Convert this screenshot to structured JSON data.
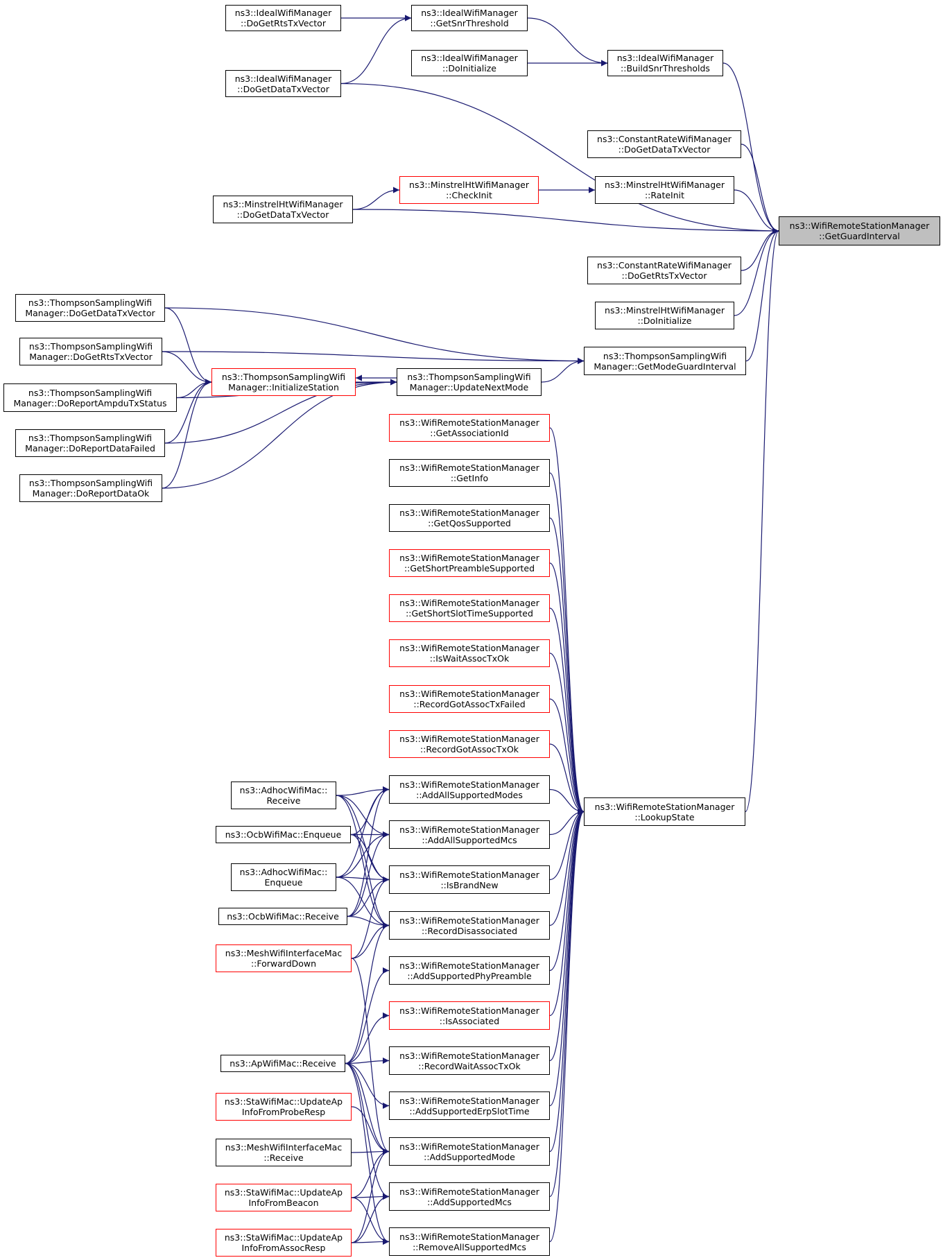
{
  "graph": {
    "edge_color": "#191970",
    "nodes": [
      {
        "id": "root",
        "lines": [
          "ns3::WifiRemoteStationManager",
          "::GetGuardInterval"
        ],
        "highlight": true
      },
      {
        "id": "idealDoGetRts",
        "lines": [
          "ns3::IdealWifiManager",
          "::DoGetRtsTxVector"
        ]
      },
      {
        "id": "idealGetSnr",
        "lines": [
          "ns3::IdealWifiManager",
          "::GetSnrThreshold"
        ]
      },
      {
        "id": "idealDoInit",
        "lines": [
          "ns3::IdealWifiManager",
          "::DoInitialize"
        ]
      },
      {
        "id": "idealBuild",
        "lines": [
          "ns3::IdealWifiManager",
          "::BuildSnrThresholds"
        ]
      },
      {
        "id": "idealDoGetData",
        "lines": [
          "ns3::IdealWifiManager",
          "::DoGetDataTxVector"
        ]
      },
      {
        "id": "crDoGetData",
        "lines": [
          "ns3::ConstantRateWifiManager",
          "::DoGetDataTxVector"
        ]
      },
      {
        "id": "mhCheckInit",
        "lines": [
          "ns3::MinstrelHtWifiManager",
          "::CheckInit"
        ],
        "red": true
      },
      {
        "id": "mhRateInit",
        "lines": [
          "ns3::MinstrelHtWifiManager",
          "::RateInit"
        ]
      },
      {
        "id": "mhDoGetData",
        "lines": [
          "ns3::MinstrelHtWifiManager",
          "::DoGetDataTxVector"
        ]
      },
      {
        "id": "crDoGetRts",
        "lines": [
          "ns3::ConstantRateWifiManager",
          "::DoGetRtsTxVector"
        ]
      },
      {
        "id": "mhDoInit",
        "lines": [
          "ns3::MinstrelHtWifiManager",
          "::DoInitialize"
        ]
      },
      {
        "id": "tsDoGetData",
        "lines": [
          "ns3::ThompsonSamplingWifi",
          "Manager::DoGetDataTxVector"
        ]
      },
      {
        "id": "tsDoGetRts",
        "lines": [
          "ns3::ThompsonSamplingWifi",
          "Manager::DoGetRtsTxVector"
        ]
      },
      {
        "id": "tsInit",
        "lines": [
          "ns3::ThompsonSamplingWifi",
          "Manager::InitializeStation"
        ],
        "red": true
      },
      {
        "id": "tsUpdate",
        "lines": [
          "ns3::ThompsonSamplingWifi",
          "Manager::UpdateNextMode"
        ]
      },
      {
        "id": "tsGetMode",
        "lines": [
          "ns3::ThompsonSamplingWifi",
          "Manager::GetModeGuardInterval"
        ]
      },
      {
        "id": "tsAmpdu",
        "lines": [
          "ns3::ThompsonSamplingWifi",
          "Manager::DoReportAmpduTxStatus"
        ]
      },
      {
        "id": "tsFailed",
        "lines": [
          "ns3::ThompsonSamplingWifi",
          "Manager::DoReportDataFailed"
        ]
      },
      {
        "id": "tsOk",
        "lines": [
          "ns3::ThompsonSamplingWifi",
          "Manager::DoReportDataOk"
        ]
      },
      {
        "id": "wGetAssocId",
        "lines": [
          "ns3::WifiRemoteStationManager",
          "::GetAssociationId"
        ],
        "red": true
      },
      {
        "id": "wGetInfo",
        "lines": [
          "ns3::WifiRemoteStationManager",
          "::GetInfo"
        ]
      },
      {
        "id": "wGetQos",
        "lines": [
          "ns3::WifiRemoteStationManager",
          "::GetQosSupported"
        ]
      },
      {
        "id": "wShortPre",
        "lines": [
          "ns3::WifiRemoteStationManager",
          "::GetShortPreambleSupported"
        ],
        "red": true
      },
      {
        "id": "wShortSlot",
        "lines": [
          "ns3::WifiRemoteStationManager",
          "::GetShortSlotTimeSupported"
        ],
        "red": true
      },
      {
        "id": "wIsWait",
        "lines": [
          "ns3::WifiRemoteStationManager",
          "::IsWaitAssocTxOk"
        ],
        "red": true
      },
      {
        "id": "wRecFailed",
        "lines": [
          "ns3::WifiRemoteStationManager",
          "::RecordGotAssocTxFailed"
        ],
        "red": true
      },
      {
        "id": "wRecOk",
        "lines": [
          "ns3::WifiRemoteStationManager",
          "::RecordGotAssocTxOk"
        ],
        "red": true
      },
      {
        "id": "wAllModes",
        "lines": [
          "ns3::WifiRemoteStationManager",
          "::AddAllSupportedModes"
        ]
      },
      {
        "id": "wAllMcs",
        "lines": [
          "ns3::WifiRemoteStationManager",
          "::AddAllSupportedMcs"
        ]
      },
      {
        "id": "wBrandNew",
        "lines": [
          "ns3::WifiRemoteStationManager",
          "::IsBrandNew"
        ]
      },
      {
        "id": "wRecDisassoc",
        "lines": [
          "ns3::WifiRemoteStationManager",
          "::RecordDisassociated"
        ]
      },
      {
        "id": "wPhyPre",
        "lines": [
          "ns3::WifiRemoteStationManager",
          "::AddSupportedPhyPreamble"
        ]
      },
      {
        "id": "wIsAssoc",
        "lines": [
          "ns3::WifiRemoteStationManager",
          "::IsAssociated"
        ],
        "red": true
      },
      {
        "id": "wRecWait",
        "lines": [
          "ns3::WifiRemoteStationManager",
          "::RecordWaitAssocTxOk"
        ]
      },
      {
        "id": "wErp",
        "lines": [
          "ns3::WifiRemoteStationManager",
          "::AddSupportedErpSlotTime"
        ]
      },
      {
        "id": "wMode",
        "lines": [
          "ns3::WifiRemoteStationManager",
          "::AddSupportedMode"
        ]
      },
      {
        "id": "wMcs",
        "lines": [
          "ns3::WifiRemoteStationManager",
          "::AddSupportedMcs"
        ]
      },
      {
        "id": "wRemoveMcs",
        "lines": [
          "ns3::WifiRemoteStationManager",
          "::RemoveAllSupportedMcs"
        ]
      },
      {
        "id": "lookup",
        "lines": [
          "ns3::WifiRemoteStationManager",
          "::LookupState"
        ]
      },
      {
        "id": "adhocRecv",
        "lines": [
          "ns3::AdhocWifiMac::",
          "Receive"
        ]
      },
      {
        "id": "ocbEnq",
        "lines": [
          "ns3::OcbWifiMac::Enqueue"
        ]
      },
      {
        "id": "adhocEnq",
        "lines": [
          "ns3::AdhocWifiMac::",
          "Enqueue"
        ]
      },
      {
        "id": "ocbRecv",
        "lines": [
          "ns3::OcbWifiMac::Receive"
        ]
      },
      {
        "id": "meshFwd",
        "lines": [
          "ns3::MeshWifiInterfaceMac",
          "::ForwardDown"
        ],
        "red": true
      },
      {
        "id": "apRecv",
        "lines": [
          "ns3::ApWifiMac::Receive"
        ]
      },
      {
        "id": "staProbe",
        "lines": [
          "ns3::StaWifiMac::UpdateAp",
          "InfoFromProbeResp"
        ],
        "red": true
      },
      {
        "id": "meshRecv",
        "lines": [
          "ns3::MeshWifiInterfaceMac",
          "::Receive"
        ]
      },
      {
        "id": "staBeacon",
        "lines": [
          "ns3::StaWifiMac::UpdateAp",
          "InfoFromBeacon"
        ],
        "red": true
      },
      {
        "id": "staAssoc",
        "lines": [
          "ns3::StaWifiMac::UpdateAp",
          "InfoFromAssocResp"
        ],
        "red": true
      }
    ],
    "edges": [
      [
        "idealDoGetRts",
        "idealGetSnr"
      ],
      [
        "idealDoGetData",
        "idealGetSnr"
      ],
      [
        "idealGetSnr",
        "idealBuild"
      ],
      [
        "idealDoInit",
        "idealBuild"
      ],
      [
        "idealBuild",
        "root"
      ],
      [
        "idealDoGetData",
        "root"
      ],
      [
        "crDoGetData",
        "root"
      ],
      [
        "mhDoGetData",
        "mhCheckInit"
      ],
      [
        "mhCheckInit",
        "mhRateInit"
      ],
      [
        "mhRateInit",
        "root"
      ],
      [
        "mhDoGetData",
        "root"
      ],
      [
        "crDoGetRts",
        "root"
      ],
      [
        "mhDoInit",
        "root"
      ],
      [
        "tsGetMode",
        "root"
      ],
      [
        "lookup",
        "root"
      ],
      [
        "tsDoGetData",
        "tsGetMode"
      ],
      [
        "tsDoGetRts",
        "tsGetMode"
      ],
      [
        "tsUpdate",
        "tsGetMode"
      ],
      [
        "tsDoGetData",
        "tsInit"
      ],
      [
        "tsDoGetRts",
        "tsInit"
      ],
      [
        "tsAmpdu",
        "tsInit"
      ],
      [
        "tsFailed",
        "tsInit"
      ],
      [
        "tsOk",
        "tsInit"
      ],
      [
        "tsUpdate",
        "tsInit"
      ],
      [
        "tsInit",
        "tsUpdate"
      ],
      [
        "tsAmpdu",
        "tsUpdate"
      ],
      [
        "tsFailed",
        "tsUpdate"
      ],
      [
        "tsOk",
        "tsUpdate"
      ],
      [
        "wGetAssocId",
        "lookup"
      ],
      [
        "wGetInfo",
        "lookup"
      ],
      [
        "wGetQos",
        "lookup"
      ],
      [
        "wShortPre",
        "lookup"
      ],
      [
        "wShortSlot",
        "lookup"
      ],
      [
        "wIsWait",
        "lookup"
      ],
      [
        "wRecFailed",
        "lookup"
      ],
      [
        "wRecOk",
        "lookup"
      ],
      [
        "wAllModes",
        "lookup"
      ],
      [
        "wAllMcs",
        "lookup"
      ],
      [
        "wBrandNew",
        "lookup"
      ],
      [
        "wRecDisassoc",
        "lookup"
      ],
      [
        "wPhyPre",
        "lookup"
      ],
      [
        "wIsAssoc",
        "lookup"
      ],
      [
        "wRecWait",
        "lookup"
      ],
      [
        "wErp",
        "lookup"
      ],
      [
        "wMode",
        "lookup"
      ],
      [
        "wMcs",
        "lookup"
      ],
      [
        "wRemoveMcs",
        "lookup"
      ],
      [
        "adhocRecv",
        "wAllModes"
      ],
      [
        "adhocRecv",
        "wAllMcs"
      ],
      [
        "adhocRecv",
        "wBrandNew"
      ],
      [
        "adhocRecv",
        "wRecDisassoc"
      ],
      [
        "ocbEnq",
        "wAllModes"
      ],
      [
        "ocbEnq",
        "wAllMcs"
      ],
      [
        "ocbEnq",
        "wBrandNew"
      ],
      [
        "ocbEnq",
        "wRecDisassoc"
      ],
      [
        "adhocEnq",
        "wAllModes"
      ],
      [
        "adhocEnq",
        "wAllMcs"
      ],
      [
        "adhocEnq",
        "wBrandNew"
      ],
      [
        "adhocEnq",
        "wRecDisassoc"
      ],
      [
        "ocbRecv",
        "wAllModes"
      ],
      [
        "ocbRecv",
        "wAllMcs"
      ],
      [
        "ocbRecv",
        "wBrandNew"
      ],
      [
        "ocbRecv",
        "wRecDisassoc"
      ],
      [
        "meshFwd",
        "wBrandNew"
      ],
      [
        "meshFwd",
        "wRecDisassoc"
      ],
      [
        "meshFwd",
        "wMode"
      ],
      [
        "apRecv",
        "wRecDisassoc"
      ],
      [
        "apRecv",
        "wPhyPre"
      ],
      [
        "apRecv",
        "wIsAssoc"
      ],
      [
        "apRecv",
        "wRecWait"
      ],
      [
        "apRecv",
        "wErp"
      ],
      [
        "apRecv",
        "wMode"
      ],
      [
        "apRecv",
        "wMcs"
      ],
      [
        "apRecv",
        "wRemoveMcs"
      ],
      [
        "staProbe",
        "wMode"
      ],
      [
        "meshRecv",
        "wMode"
      ],
      [
        "staBeacon",
        "wMode"
      ],
      [
        "staBeacon",
        "wMcs"
      ],
      [
        "staBeacon",
        "wRemoveMcs"
      ],
      [
        "staAssoc",
        "wMode"
      ],
      [
        "staAssoc",
        "wMcs"
      ],
      [
        "staAssoc",
        "wRemoveMcs"
      ]
    ]
  }
}
